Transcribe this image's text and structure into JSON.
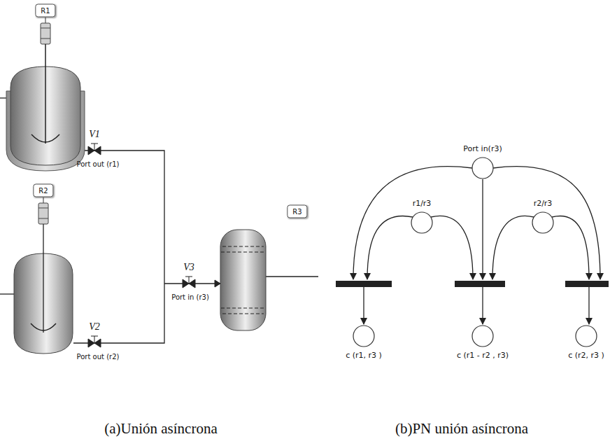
{
  "diagram": {
    "nodes": [
      {
        "text": [
          "R1"
        ]
      },
      {
        "text": [
          "R2"
        ]
      },
      {
        "text": [
          "R3"
        ]
      },
      {
        "text": [
          "Port in(r3)"
        ]
      },
      {
        "text": [
          "r1/r3"
        ]
      },
      {
        "text": [
          "r2/r3"
        ]
      },
      {
        "text": [
          "c (r1, r3 )"
        ]
      },
      {
        "text": [
          "c (r1 - r2 , r3)"
        ]
      },
      {
        "text": [
          "c (r2, r3 )"
        ]
      }
    ],
    "labels": [
      "V1",
      "Port out (r1)",
      "V2",
      "Port out (r2)",
      "V3",
      "Port in (r3)",
      "(a)Unión asíncrona",
      "(b)PN unión asíncrona"
    ]
  }
}
